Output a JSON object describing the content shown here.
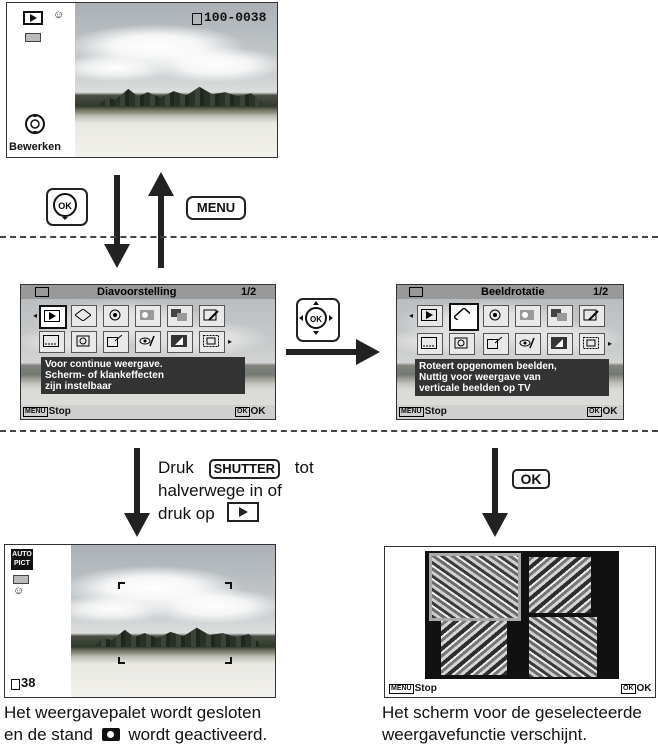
{
  "top_screen": {
    "file_number": "100-0038",
    "edit_label": "Bewerken"
  },
  "arrows": {
    "down_key": "OK",
    "up_key": "MENU",
    "right_key": "OK",
    "lower_right_key": "OK"
  },
  "left_palette": {
    "title": "Diavoorstelling",
    "page": "1/2",
    "description": [
      "Voor continue weergave.",
      "Scherm- of klankeffecten",
      "zijn instelbaar"
    ],
    "stop_label": "Stop",
    "stop_key": "MENU",
    "ok_label": "OK",
    "ok_key": "OK"
  },
  "right_palette": {
    "title": "Beeldrotatie",
    "page": "1/2",
    "description": [
      "Roteert opgenomen beelden,",
      "Nuttig voor weergave van",
      "verticale beelden op TV"
    ],
    "stop_label": "Stop",
    "stop_key": "MENU",
    "ok_label": "OK",
    "ok_key": "OK"
  },
  "left_instruction": {
    "line1_pre": "Druk",
    "line1_key": "SHUTTER",
    "line1_post": "tot",
    "line2": "halverwege in of",
    "line3": "druk op"
  },
  "bottom_left_screen": {
    "mode_badge_line1": "AUTO",
    "mode_badge_line2": "PICT",
    "shots_remaining": "38"
  },
  "bottom_right_screen": {
    "stop_label": "Stop",
    "stop_key": "MENU",
    "ok_label": "OK",
    "ok_key": "OK"
  },
  "captions": {
    "left_line1": "Het weergavepalet wordt gesloten",
    "left_line2_pre": "en de stand",
    "left_line2_post": "wordt geactiveerd.",
    "right_line1": "Het scherm voor de geselecteerde",
    "right_line2": "weergavefunctie verschijnt."
  },
  "colors": {
    "line": "#222222",
    "menubar": "#999999",
    "desc_bg": "#333333"
  }
}
